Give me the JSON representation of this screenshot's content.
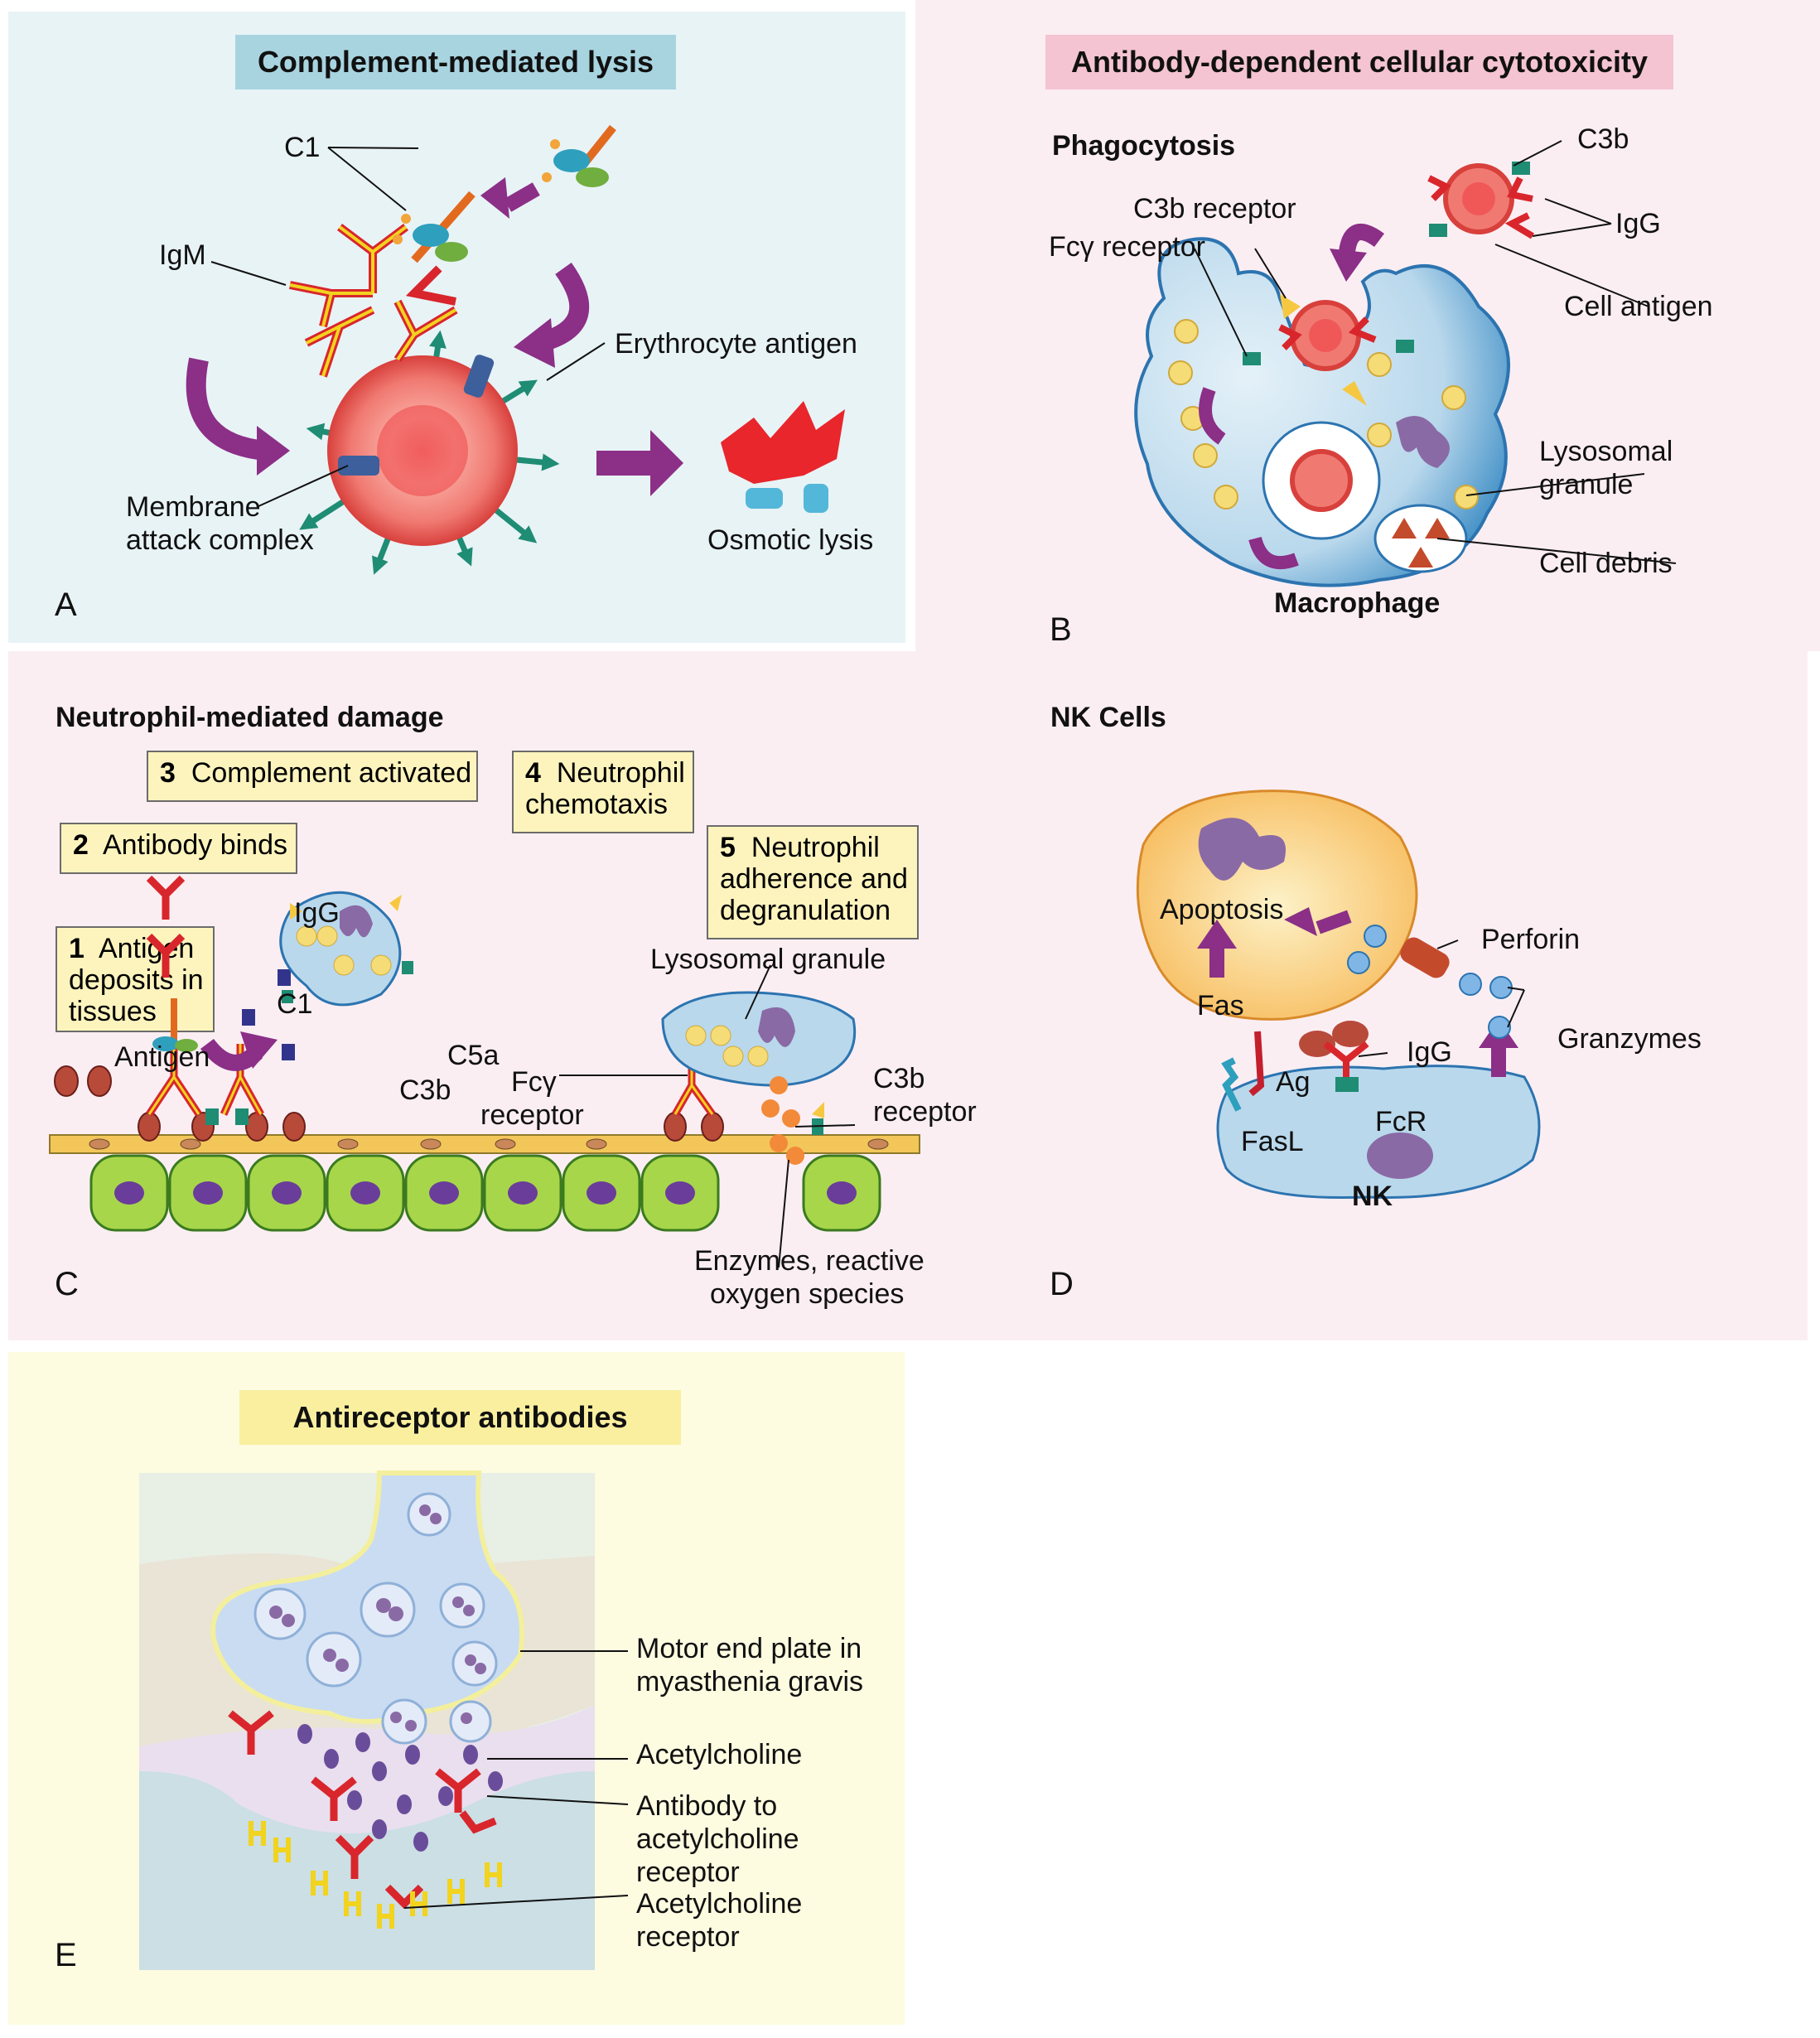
{
  "panels": {
    "A": {
      "letter": "A",
      "title": "Complement-mediated lysis",
      "labels": {
        "c1": "C1",
        "igm": "IgM",
        "erythrocyte_antigen": "Erythrocyte antigen",
        "mac_line1": "Membrane",
        "mac_line2": "attack complex",
        "osmotic_lysis": "Osmotic lysis"
      },
      "colors": {
        "background": "#e8f3f6",
        "title_bar": "#a8d4e0"
      }
    },
    "B": {
      "letter": "B",
      "title": "Antibody-dependent cellular cytotoxicity",
      "subtitle": "Phagocytosis",
      "labels": {
        "c3b": "C3b",
        "c3b_receptor": "C3b receptor",
        "fcg_receptor": "Fcγ receptor",
        "igg": "IgG",
        "cell_antigen": "Cell antigen",
        "lysosomal_line1": "Lysosomal",
        "lysosomal_line2": "granule",
        "cell_debris": "Cell debris",
        "macrophage": "Macrophage"
      },
      "colors": {
        "background": "#fbeef3",
        "title_bar": "#f4c4d2"
      }
    },
    "C": {
      "letter": "C",
      "subtitle": "Neutrophil-mediated damage",
      "steps": [
        {
          "num": "1",
          "text": "Antigen\ndeposits in\ntissues"
        },
        {
          "num": "2",
          "text": "Antibody binds"
        },
        {
          "num": "3",
          "text": "Complement activated"
        },
        {
          "num": "4",
          "text": "Neutrophil\nchemotaxis"
        },
        {
          "num": "5",
          "text": "Neutrophil\nadherence and\ndegranulation"
        }
      ],
      "labels": {
        "igg": "IgG",
        "c1": "C1",
        "antigen": "Antigen",
        "c3b": "C3b",
        "c5a": "C5a",
        "fcg_line1": "Fcγ",
        "fcg_line2": "receptor",
        "lysosomal_granule": "Lysosomal granule",
        "c3b_receptor_line1": "C3b",
        "c3b_receptor_line2": "receptor",
        "enzymes_line1": "Enzymes, reactive",
        "enzymes_line2": "oxygen species"
      },
      "colors": {
        "background": "#fbeef3"
      }
    },
    "D": {
      "letter": "D",
      "subtitle": "NK Cells",
      "labels": {
        "apoptosis": "Apoptosis",
        "perforin": "Perforin",
        "fas": "Fas",
        "granzymes": "Granzymes",
        "ag": "Ag",
        "igg": "IgG",
        "fasl": "FasL",
        "fcr": "FcR",
        "nk": "NK"
      }
    },
    "E": {
      "letter": "E",
      "title": "Antireceptor antibodies",
      "labels": {
        "motor_line1": "Motor end plate in",
        "motor_line2": "myasthenia gravis",
        "acetylcholine": "Acetylcholine",
        "antibody_line1": "Antibody to",
        "antibody_line2": "acetylcholine",
        "antibody_line3": "receptor",
        "achr_line1": "Acetylcholine",
        "achr_line2": "receptor"
      },
      "colors": {
        "background": "#fdfbe0",
        "title_bar": "#f9ef9f"
      }
    }
  }
}
